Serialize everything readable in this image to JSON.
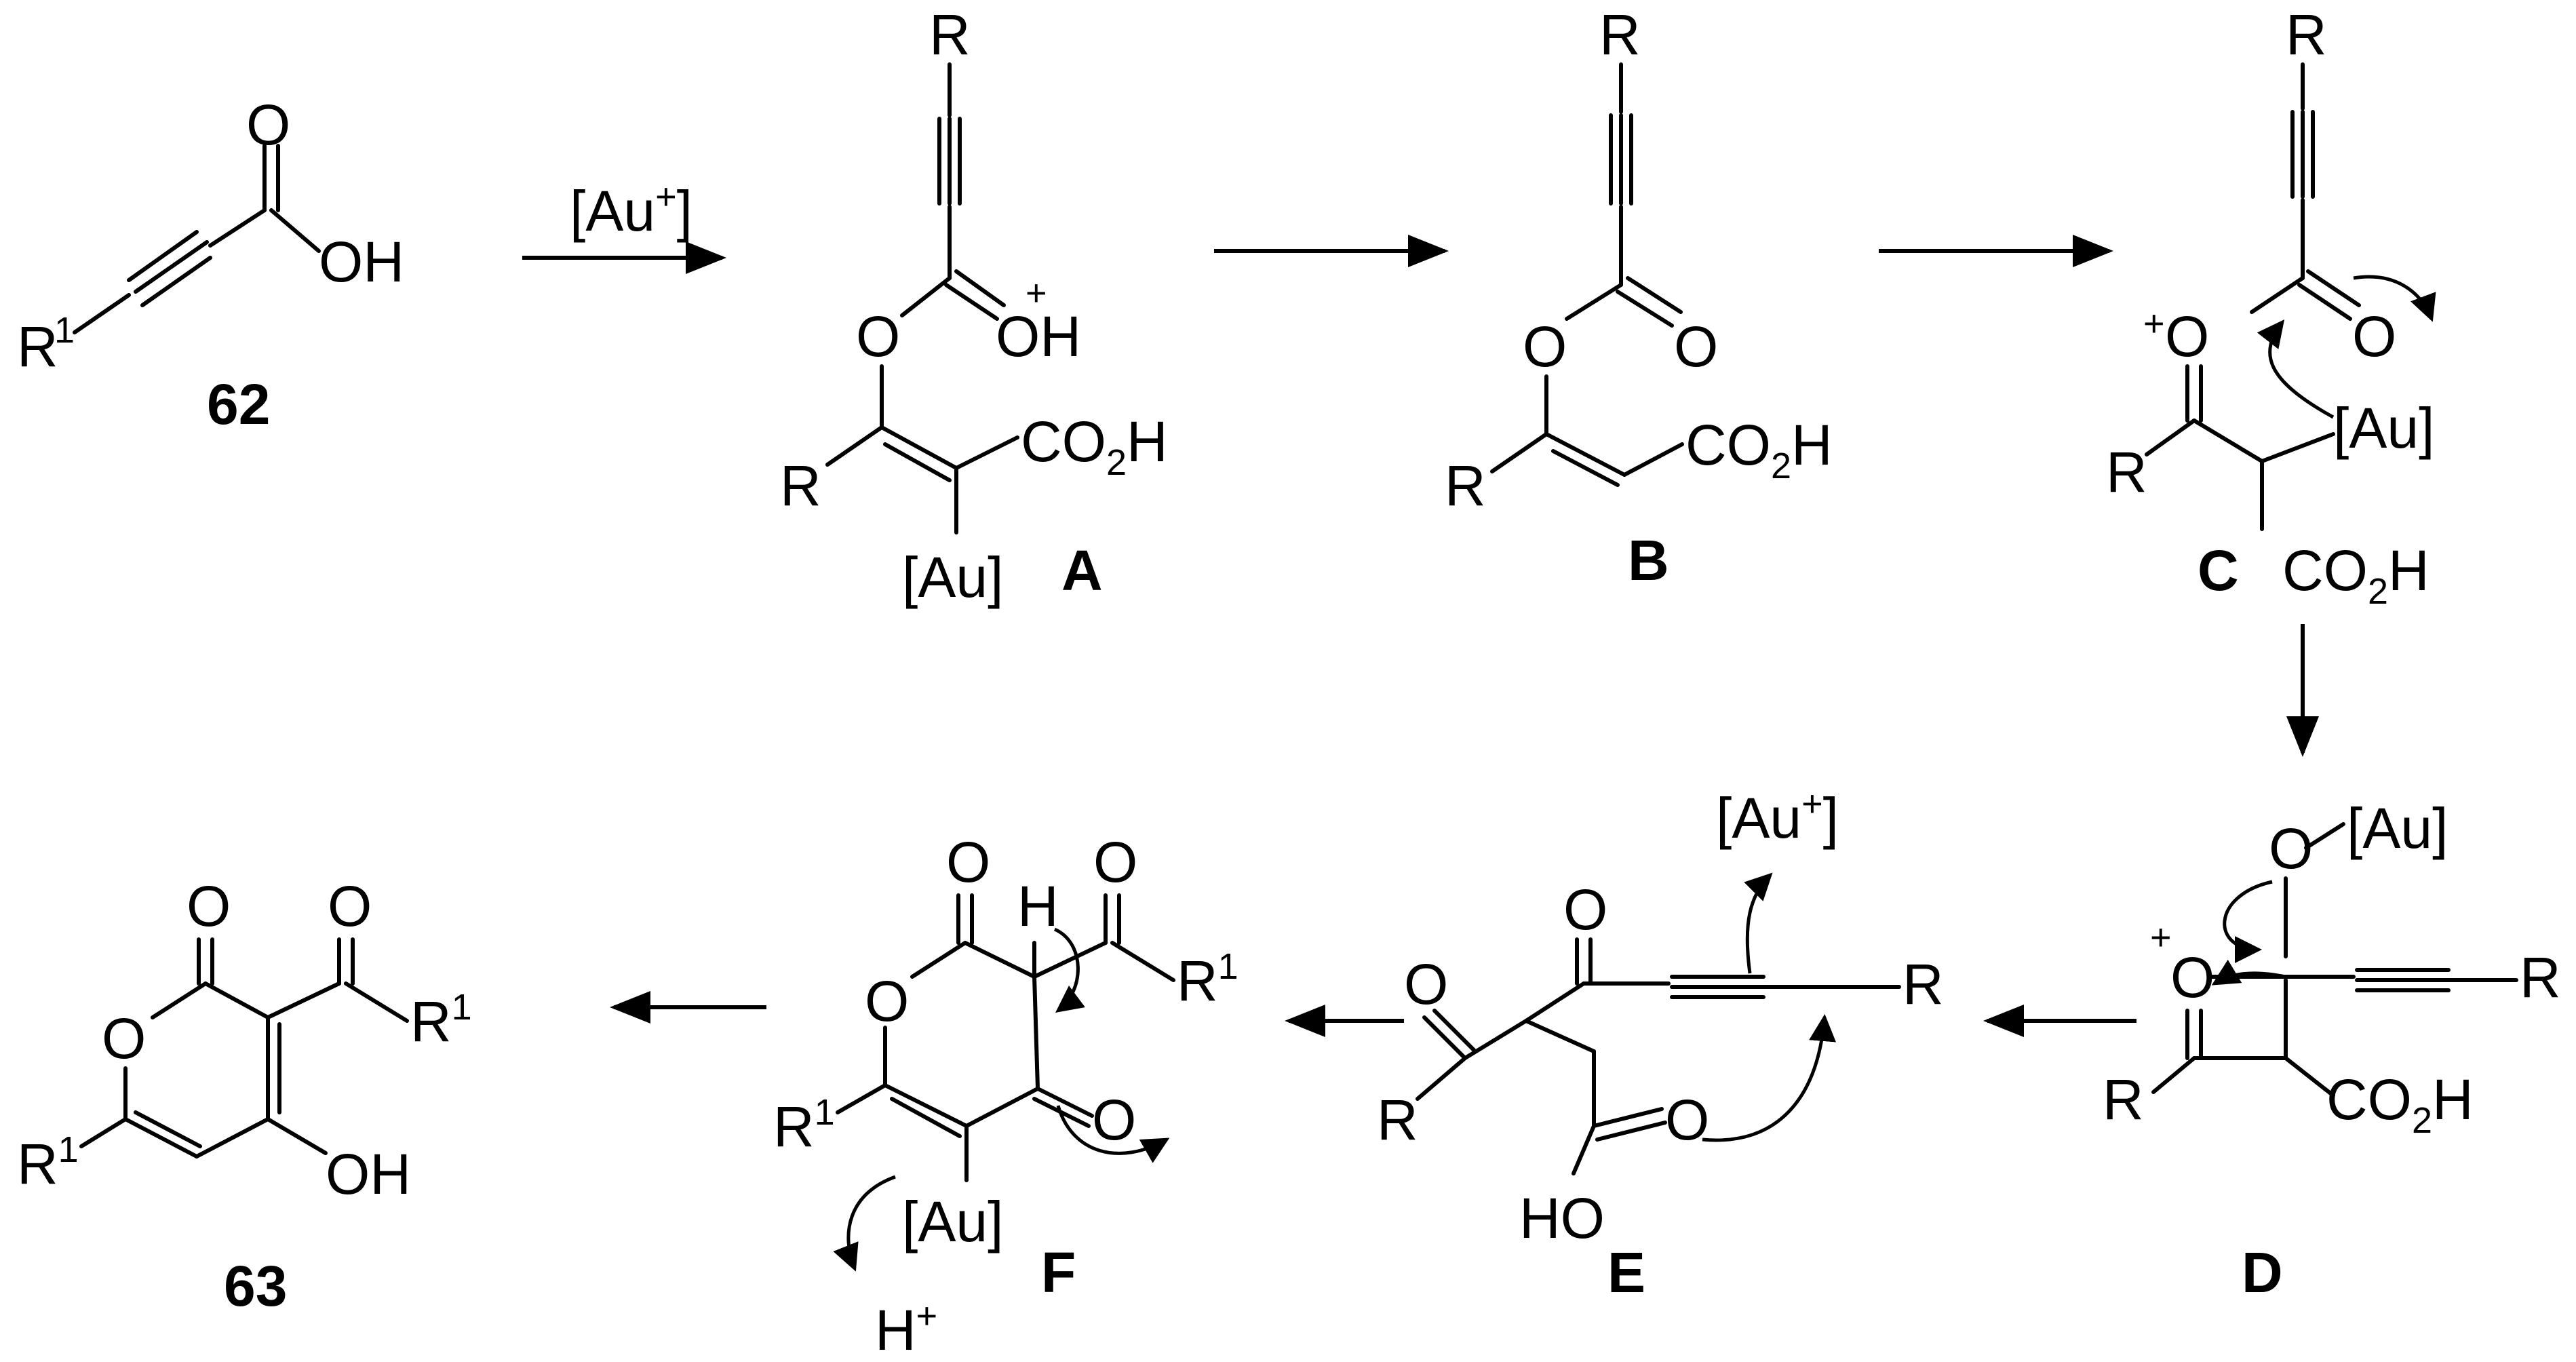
{
  "compounds": {
    "c62": "62",
    "A": "A",
    "B": "B",
    "C": "C",
    "D": "D",
    "E": "E",
    "F": "F",
    "c63": "63"
  },
  "reagents": {
    "catalyst": "[Au",
    "catalyst_charge": "+",
    "catalyst_close": "]"
  },
  "atoms": {
    "R": "R",
    "R1": "R",
    "R1_sup": "1",
    "O": "O",
    "OH": "OH",
    "HO": "HO",
    "H": "H",
    "CO2H_main": "CO",
    "CO2H_sub": "2",
    "CO2H_tail": "H",
    "Au": "[Au]",
    "plus": "+",
    "proton": "H",
    "proton_charge": "+"
  }
}
